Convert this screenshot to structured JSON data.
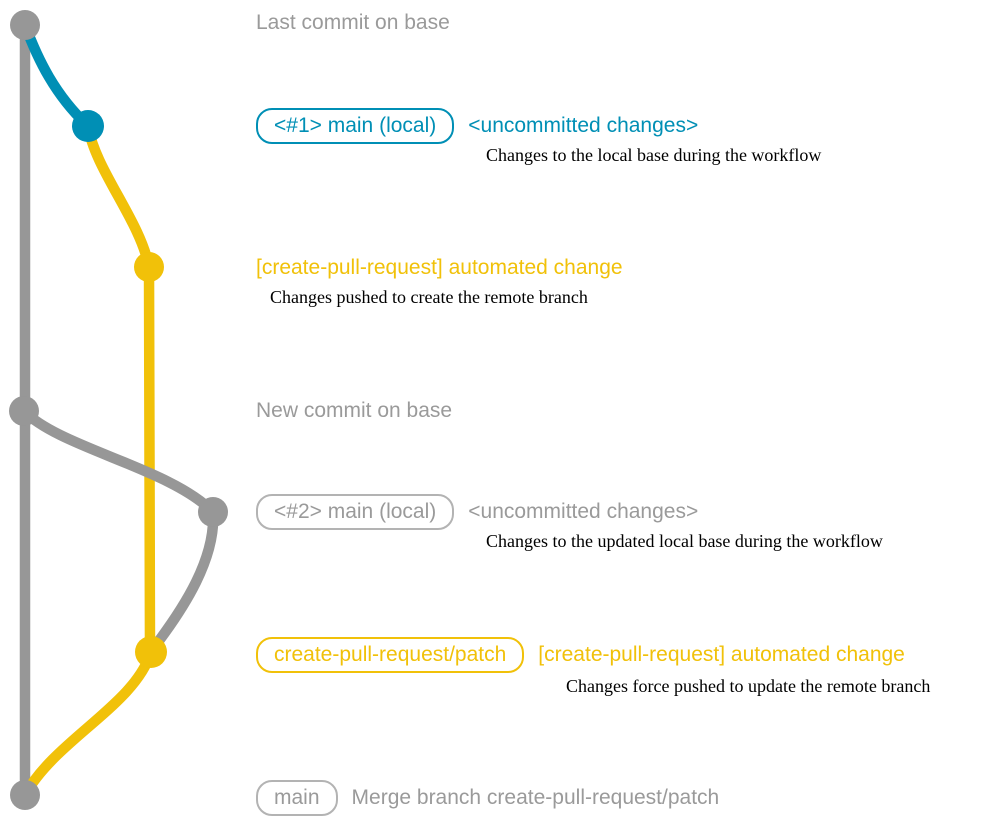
{
  "colors": {
    "branch_gray": "#979797",
    "branch_teal": "#008fb5",
    "branch_yellow": "#f1c109",
    "text_gray": "#9a9a9a",
    "note_text": "#000000",
    "background": "#ffffff"
  },
  "graph": {
    "rows": [
      {
        "dot_color": "gray",
        "label": "Last commit on base"
      },
      {
        "dot_color": "teal",
        "badge": "<#1> main (local)",
        "side_label": "<uncommitted changes>",
        "note": "Changes to the local base during the workflow"
      },
      {
        "dot_color": "yellow",
        "label": "[create-pull-request] automated change",
        "note": "Changes pushed to create the remote branch"
      },
      {
        "dot_color": "gray",
        "label": "New commit on base"
      },
      {
        "dot_color": "gray",
        "badge": "<#2> main (local)",
        "side_label": "<uncommitted changes>",
        "note": "Changes to the updated local base during the workflow"
      },
      {
        "dot_color": "yellow",
        "badge": "create-pull-request/patch",
        "side_label": "[create-pull-request] automated change",
        "note": "Changes force pushed to update the remote branch"
      },
      {
        "dot_color": "gray",
        "badge": "main",
        "side_label": "Merge branch create-pull-request/patch"
      }
    ]
  }
}
